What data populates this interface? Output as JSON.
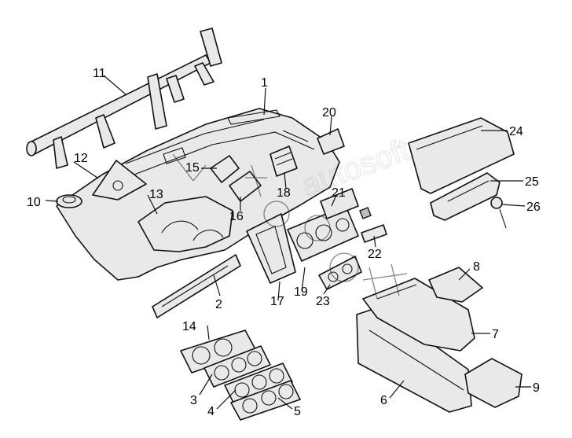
{
  "callouts": [
    {
      "id": "1",
      "label": "1"
    },
    {
      "id": "2",
      "label": "2"
    },
    {
      "id": "3",
      "label": "3"
    },
    {
      "id": "4",
      "label": "4"
    },
    {
      "id": "5",
      "label": "5"
    },
    {
      "id": "6",
      "label": "6"
    },
    {
      "id": "7",
      "label": "7"
    },
    {
      "id": "8",
      "label": "8"
    },
    {
      "id": "9",
      "label": "9"
    },
    {
      "id": "10",
      "label": "10"
    },
    {
      "id": "11",
      "label": "11"
    },
    {
      "id": "12",
      "label": "12"
    },
    {
      "id": "13",
      "label": "13"
    },
    {
      "id": "14",
      "label": "14"
    },
    {
      "id": "15",
      "label": "15"
    },
    {
      "id": "16",
      "label": "16"
    },
    {
      "id": "17",
      "label": "17"
    },
    {
      "id": "18",
      "label": "18"
    },
    {
      "id": "19",
      "label": "19"
    },
    {
      "id": "20",
      "label": "20"
    },
    {
      "id": "21",
      "label": "21"
    },
    {
      "id": "22",
      "label": "22"
    },
    {
      "id": "23",
      "label": "23"
    },
    {
      "id": "24",
      "label": "24"
    },
    {
      "id": "25",
      "label": "25"
    },
    {
      "id": "26",
      "label": "26"
    }
  ],
  "watermark": "autosoft"
}
